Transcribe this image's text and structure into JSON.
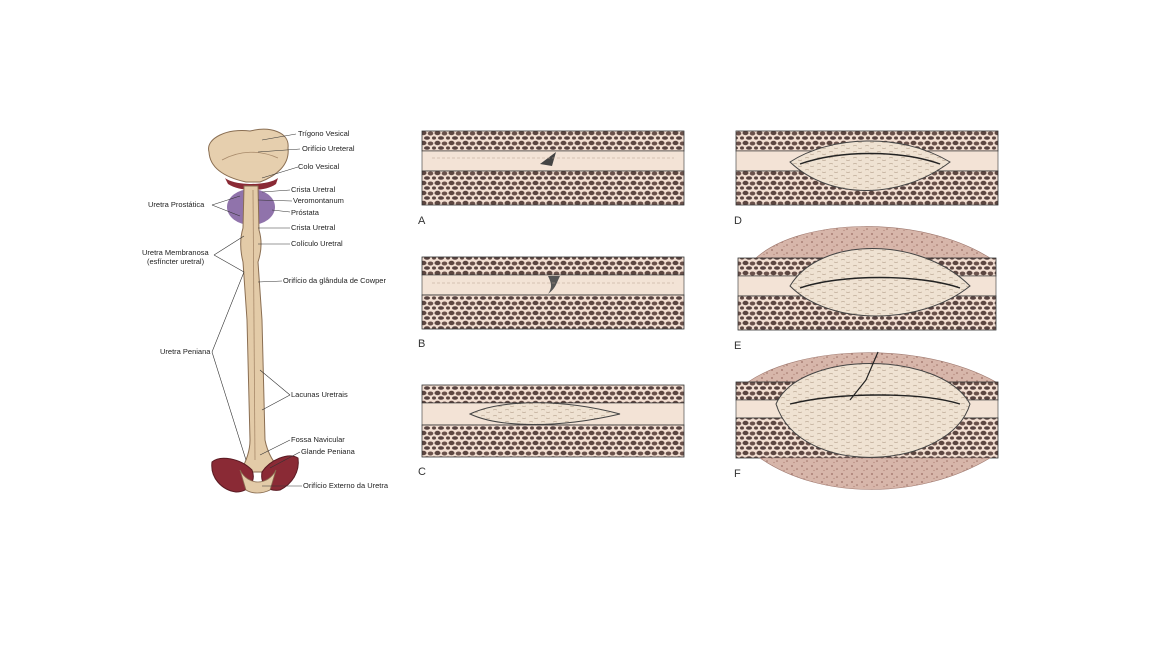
{
  "anatomy": {
    "labels_right": [
      "Trígono Vesical",
      "Orifício Ureteral",
      "Colo Vesical",
      "Crista Uretral",
      "Veromontanum",
      "Próstata",
      "Crista Uretral",
      "Colículo Uretral",
      "Orifício da glândula de Cowper",
      "Lacunas Uretrais",
      "Fossa Navicular",
      "Glande Peniana",
      "Orifício Externo da Uretra"
    ],
    "labels_left": [
      "Uretra Prostática",
      "Uretra Membranosa",
      "(esfíncter uretral)",
      "Uretra Peniana"
    ]
  },
  "panels": [
    "A",
    "B",
    "C",
    "D",
    "E",
    "F"
  ],
  "colors": {
    "tissue": "#e8d3bd",
    "bone": "#e3cba8",
    "prostate": "#7c5a9c",
    "glans": "#8a2a35",
    "spongy": "#5c4641",
    "mucosa": "#f3e3d6",
    "scar": "#efe2d2",
    "fibrosis": "#c9a49a"
  }
}
